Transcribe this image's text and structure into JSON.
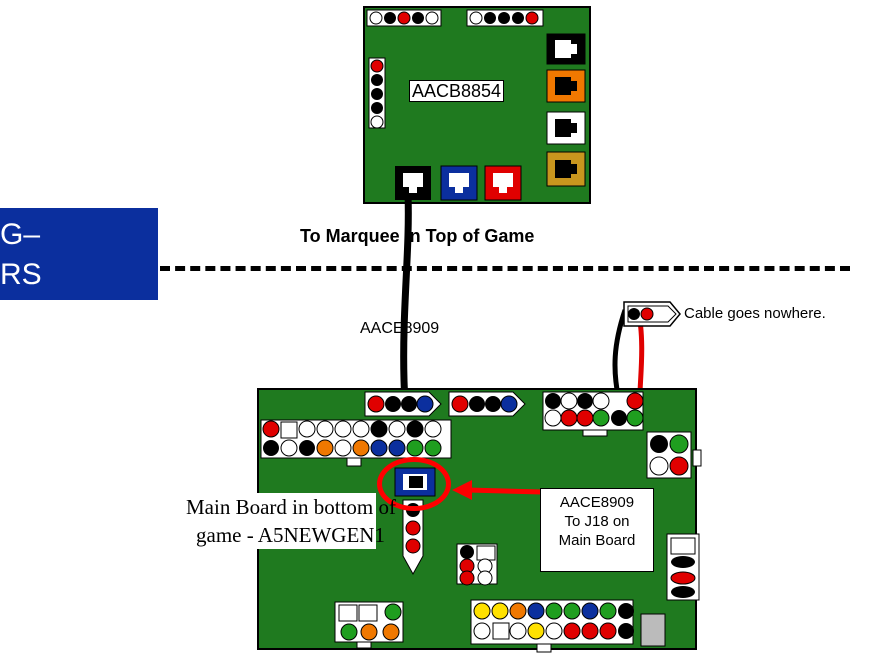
{
  "top_board": {
    "part_label": "AACB8854"
  },
  "marquee_caption": "To Marquee in Top of Game",
  "side_box": {
    "line1": "G–",
    "line2": "RS"
  },
  "cable_label": "AACE8909",
  "cable_end_note": "Cable goes nowhere.",
  "main_board_caption": {
    "line1": "Main Board in bottom of",
    "line2": "game - A5NEWGEN1"
  },
  "callout": {
    "line1": "AACE8909",
    "line2": "To J18 on",
    "line3": "Main Board"
  },
  "colors": {
    "board_green": "#1f7a1f",
    "connector_blue": "#0b2f9e",
    "connector_red": "#e00000",
    "connector_orange": "#f07800",
    "connector_gold": "#c8961e",
    "highlight_red": "#ff0000"
  }
}
